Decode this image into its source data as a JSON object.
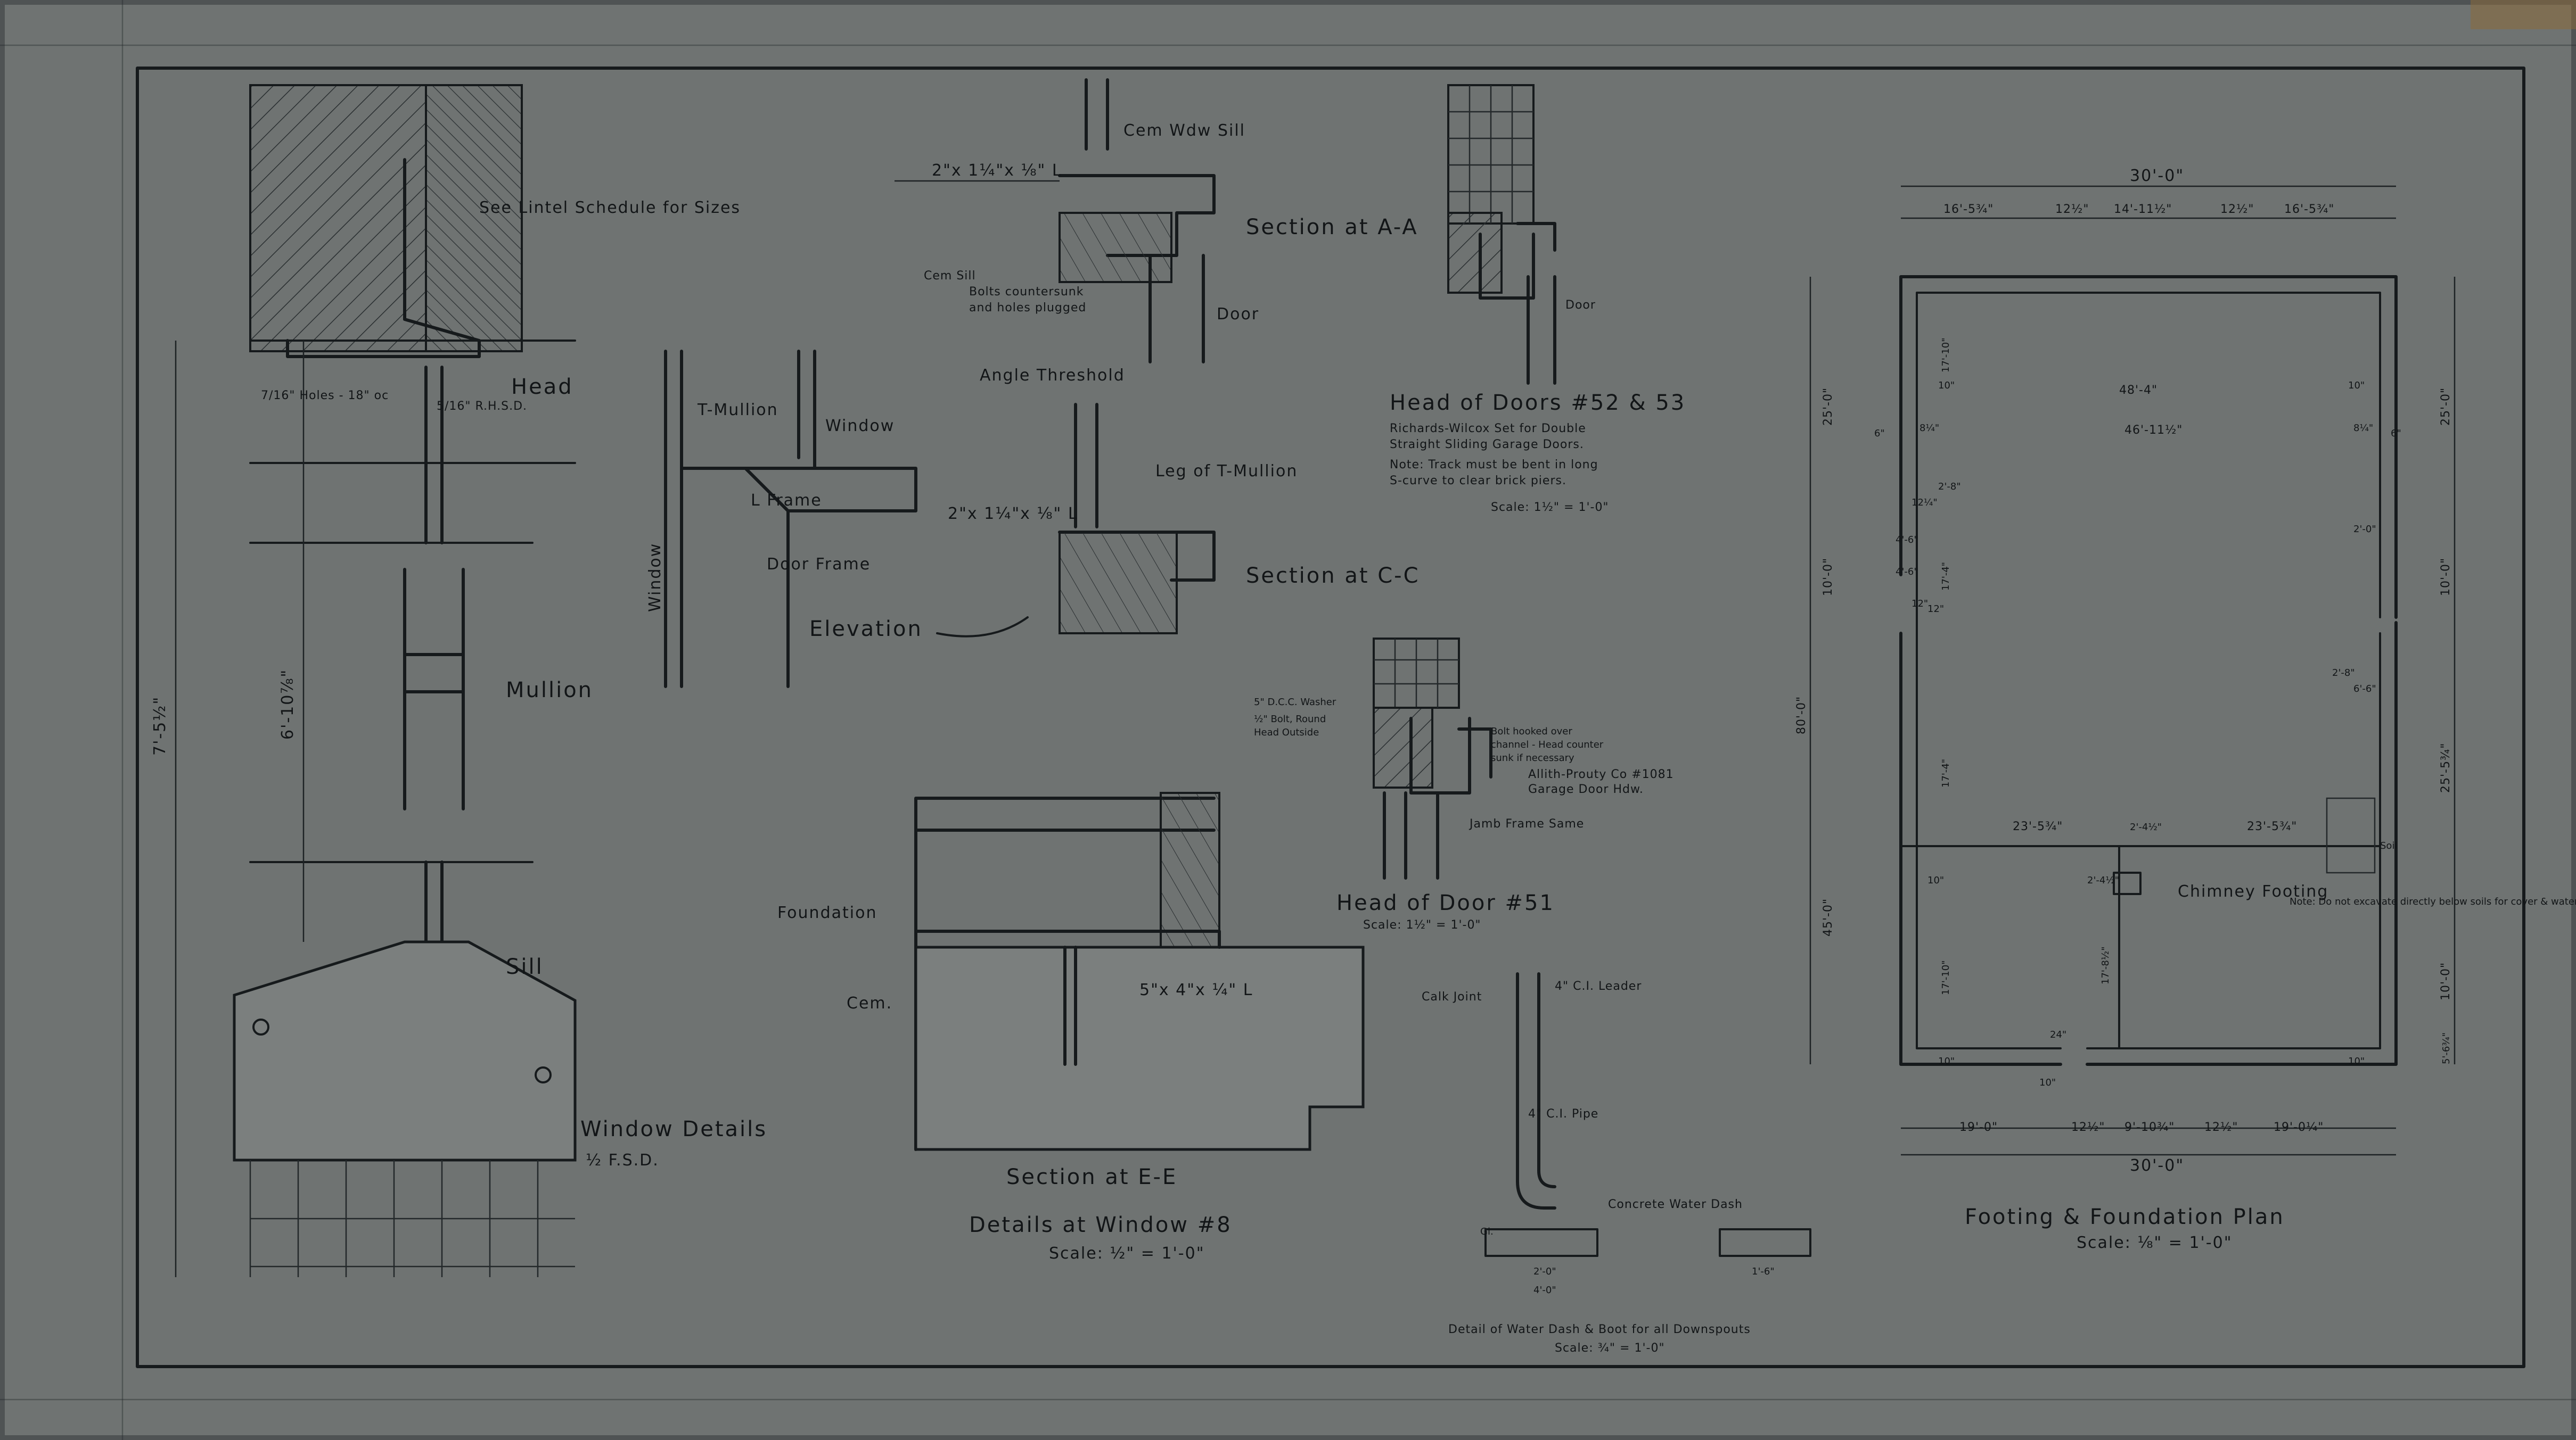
{
  "window_details": {
    "title": "Window Details",
    "scale": "½ F.S.D.",
    "lintel_note": "See Lintel Schedule for Sizes",
    "head": "Head",
    "holes": "7/16\" Holes - 18\" oc",
    "bolts": "5/16\" R.H.S.D.",
    "mullion": "Mullion",
    "sill": "Sill",
    "dim_overall": "7'-5½\"",
    "dim_inner": "6'-10⅞\""
  },
  "elevation": {
    "t_mullion": "T-Mullion",
    "window_top": "Window",
    "window_side": "Window",
    "l_frame": "L Frame",
    "door_frame": "Door Frame",
    "label": "Elevation"
  },
  "section_aa": {
    "title": "Section at A-A",
    "cem_wdw_sill": "Cem Wdw Sill",
    "angle1": "2\"x 1¼\"x ⅛\" L",
    "cem_sill": "Cem Sill",
    "bolts_note1": "Bolts countersunk",
    "bolts_note2": "and holes plugged",
    "door": "Door",
    "angle_threshold": "Angle Threshold"
  },
  "section_cc": {
    "title": "Section at C-C",
    "leg": "Leg of T-Mullion",
    "angle": "2\"x 1¼\"x ⅛\" L"
  },
  "head_doors_52_53": {
    "title": "Head of Doors #52 & 53",
    "door": "Door",
    "note1": "Richards-Wilcox Set for Double",
    "note2": "Straight Sliding Garage Doors.",
    "note3": "Note: Track must be bent in long",
    "note4": "S-curve to clear brick piers.",
    "scale": "Scale: 1½\" = 1'-0\""
  },
  "head_door_51": {
    "title": "Head of Door #51",
    "scale": "Scale: 1½\" = 1'-0\"",
    "washer": "5\" D.C.C. Washer",
    "bolt1": "½\" Bolt, Round",
    "bolt2": "Head Outside",
    "hooked1": "Bolt hooked over",
    "hooked2": "channel - Head counter",
    "hooked3": "sunk if necessary",
    "allith1": "Allith-Prouty Co #1081",
    "allith2": "Garage Door Hdw.",
    "jamb": "Jamb Frame Same"
  },
  "section_ee": {
    "title": "Section at E-E",
    "foundation": "Foundation",
    "cem": "Cem.",
    "angle": "5\"x 4\"x ¼\" L"
  },
  "details_window_8": {
    "title": "Details at Window #8",
    "scale": "Scale: ½\" = 1'-0\""
  },
  "water_dash": {
    "calk": "Calk Joint",
    "leader": "4\" C.I. Leader",
    "pipe": "4\" C.I. Pipe",
    "concrete": "Concrete Water Dash",
    "gl": "Gl.",
    "dim1": "2'-0\"",
    "dim2": "1'-6\"",
    "dim3": "4'-0\"",
    "title": "Detail of Water Dash & Boot for all Downspouts",
    "scale": "Scale: ¾\" = 1'-0\""
  },
  "foundation_plan": {
    "title": "Footing & Foundation Plan",
    "scale": "Scale: ⅛\" = 1'-0\"",
    "width": "30'-0\"",
    "top_dims": [
      "16'-5¾\"",
      "12½\"",
      "14'-11½\"",
      "12½\"",
      "16'-5¾\""
    ],
    "bottom_dims": [
      "19'-0\"",
      "12½\"",
      "9'-10¾\"",
      "12½\"",
      "19'-0¼\""
    ],
    "inner_48": "48'-4\"",
    "inner_46": "46'-11½\"",
    "dim_23a": "23'-5¾\"",
    "dim_23b": "23'-5¾\"",
    "dim_2_4": "2'-4½\"",
    "dim_2_4b": "2'-4½\"",
    "left_dims": [
      "25'-0\"",
      "10'-0\"",
      "80'-0\"",
      "45'-0\""
    ],
    "right_dims": [
      "25'-0\"",
      "10'-0\"",
      "25'-5¾\"",
      "10'-0\"",
      "5'-6¾\""
    ],
    "inner_left": [
      "17'-10\"",
      "17'-4\"",
      "17'-4\"",
      "17'-10\""
    ],
    "inner_17_8": "17'-8½\"",
    "chimney": "Chimney Footing",
    "note": "Note: Do not excavate directly below soils for cover & water",
    "soil": "Soil",
    "small_labels": [
      "10\"",
      "10\"",
      "10\"",
      "10\"",
      "6\"",
      "8¼\"",
      "8¼\"",
      "6\"",
      "12\"",
      "2'-0\"",
      "12¼\"",
      "12\"",
      "4'-6\"",
      "4'-6\"",
      "2'-8\"",
      "2'-8\"",
      "24\"",
      "10\"",
      "10\"",
      "6'-6\""
    ]
  }
}
